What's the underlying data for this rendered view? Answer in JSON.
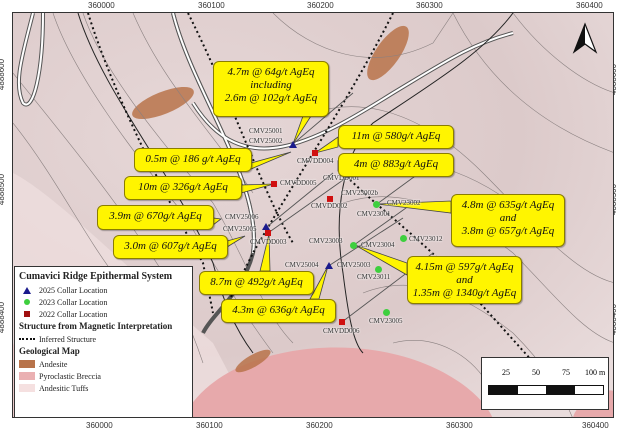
{
  "title": "Cumavici Ridge Epithermal System",
  "axes": {
    "x_ticks": [
      "360000",
      "360100",
      "360200",
      "360300",
      "360400"
    ],
    "y_ticks": [
      "4888600",
      "4888500",
      "4888400"
    ]
  },
  "callouts": {
    "c1": [
      "4.7m @ 64g/t AgEq",
      "including",
      "2.6m @ 102g/t AgEq"
    ],
    "c2": [
      "0.5m @ 186 g/t AgEq"
    ],
    "c3": [
      "11m @ 580g/t AgEq"
    ],
    "c4": [
      "4m @ 883g/t AgEq"
    ],
    "c5": [
      "10m @ 326g/t AgEq"
    ],
    "c6": [
      "3.9m @ 670g/t AgEq"
    ],
    "c7": [
      "3.0m @ 607g/t AgEq"
    ],
    "c8": [
      "8.7m @ 492g/t AgEq"
    ],
    "c9": [
      "4.3m @ 636g/t AgEq"
    ],
    "c10": [
      "4.8m @ 635g/t AgEq",
      "and",
      "3.8m @ 657g/t AgEq"
    ],
    "c11": [
      "4.15m @ 597g/t AgEq",
      "and",
      "1.35m @ 1340g/t AgEq"
    ]
  },
  "collars": {
    "CMV25001": "CMV25001",
    "CMV25002": "CMV25002",
    "CMV25003": "CMV25003",
    "CMV25004": "CMV25004",
    "CMV25005": "CMV25005",
    "CMV25006": "CMV25006",
    "CMVDD001": "CMVDD001",
    "CMVDD002": "CMVDD002",
    "CMVDD003": "CMVDD003",
    "CMVDD004": "CMVDD004",
    "CMVDD005": "CMVDD005",
    "CMVDD006": "CMVDD006",
    "CMV23001": "CMV23001",
    "CMV23002": "CMV23002",
    "CMV23002b": "CMV23002b",
    "CMV23003": "CMV23003",
    "CMV23004": "CMV23004",
    "CMV23005": "CMV23005",
    "CMV23011": "CMV23011",
    "CMV23012": "CMV23012"
  },
  "legend": {
    "title": "Cumavici Ridge Epithermal System",
    "collar_2025": "2025 Collar Location",
    "collar_2023": "2023 Collar Location",
    "collar_2022": "2022 Collar Location",
    "structure_heading": "Structure from Magnetic Interpretation",
    "inferred": "Inferred Structure",
    "geo_heading": "Geological Map",
    "andesite": "Andesite",
    "breccia": "Pyroclastic Breccia",
    "tuffs": "Andesitic Tuffs"
  },
  "scale": {
    "ticks": [
      "25",
      "50",
      "75",
      "100 m"
    ]
  },
  "colors": {
    "callout": "#fff500",
    "andesite": "#b8734a",
    "breccia": "#e8a8a8",
    "tuffs": "#f3dada",
    "collar_2025": "#1a1a8c",
    "collar_2023": "#3ecf3e",
    "collar_2022": "#d01010"
  }
}
